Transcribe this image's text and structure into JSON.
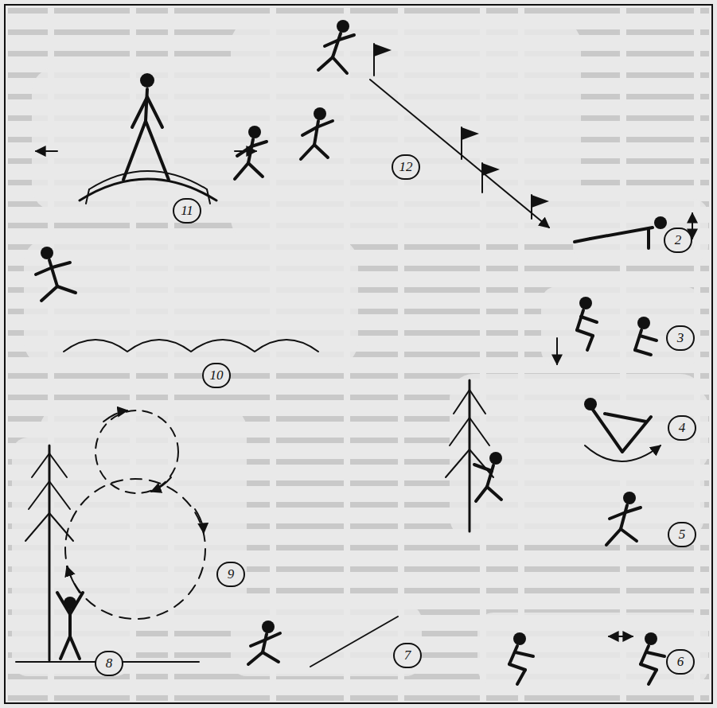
{
  "diagram": {
    "labels": [
      "11",
      "12",
      "2",
      "3",
      "10",
      "4",
      "9",
      "5",
      "8",
      "7",
      "6"
    ]
  }
}
